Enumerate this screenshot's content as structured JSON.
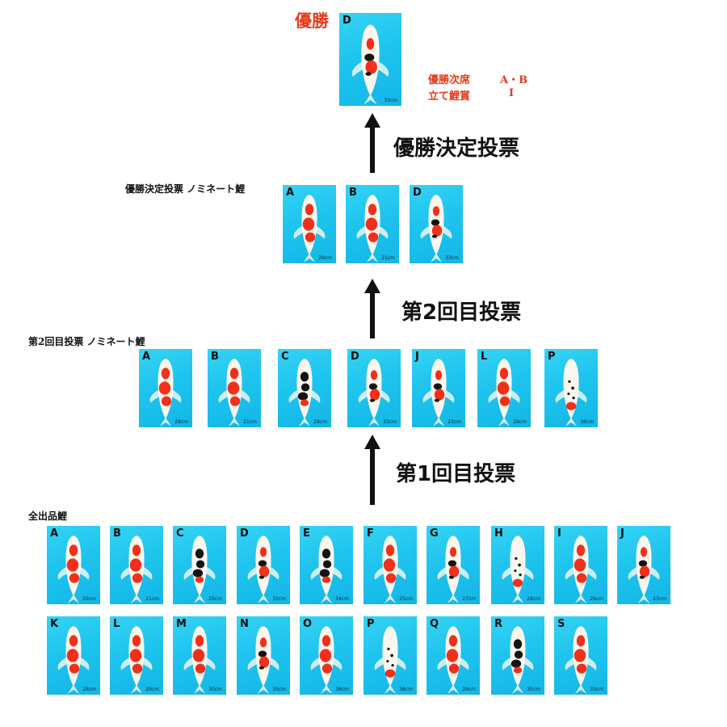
{
  "winner": {
    "title": "優勝",
    "fish": {
      "letter": "D",
      "size": "33cm",
      "pattern": "sanke"
    },
    "runner_up_label": "優勝次席",
    "runner_up_value": "A・B",
    "tate_label": "立て鯉賞",
    "tate_value": "I"
  },
  "final_vote": {
    "arrow_label": "優勝決定投票",
    "section_label": "優勝決定投票 ノミネート鯉",
    "fish": [
      {
        "letter": "A",
        "size": "29cm",
        "pattern": "kohaku"
      },
      {
        "letter": "B",
        "size": "21cm",
        "pattern": "kohaku"
      },
      {
        "letter": "D",
        "size": "33cm",
        "pattern": "sanke"
      }
    ]
  },
  "second_vote": {
    "arrow_label": "第2回目投票",
    "section_label": "第2回目投票 ノミネート鯉",
    "fish": [
      {
        "letter": "A",
        "size": "29cm",
        "pattern": "kohaku"
      },
      {
        "letter": "B",
        "size": "21cm",
        "pattern": "kohaku"
      },
      {
        "letter": "C",
        "size": "29cm",
        "pattern": "showa"
      },
      {
        "letter": "D",
        "size": "33cm",
        "pattern": "sanke"
      },
      {
        "letter": "J",
        "size": "23cm",
        "pattern": "sanke"
      },
      {
        "letter": "L",
        "size": "29cm",
        "pattern": "kohaku"
      },
      {
        "letter": "P",
        "size": "38cm",
        "pattern": "shiro"
      }
    ]
  },
  "first_vote": {
    "arrow_label": "第1回目投票"
  },
  "all_fish": {
    "section_label": "全出品鯉",
    "row1": [
      {
        "letter": "A",
        "size": "29cm",
        "pattern": "kohaku"
      },
      {
        "letter": "B",
        "size": "21cm",
        "pattern": "kohaku"
      },
      {
        "letter": "C",
        "size": "29cm",
        "pattern": "showa"
      },
      {
        "letter": "D",
        "size": "33cm",
        "pattern": "sanke"
      },
      {
        "letter": "E",
        "size": "34cm",
        "pattern": "showa"
      },
      {
        "letter": "F",
        "size": "25cm",
        "pattern": "kohaku"
      },
      {
        "letter": "G",
        "size": "27cm",
        "pattern": "sanke"
      },
      {
        "letter": "H",
        "size": "28cm",
        "pattern": "shiro"
      },
      {
        "letter": "I",
        "size": "26cm",
        "pattern": "kohaku"
      },
      {
        "letter": "J",
        "size": "23cm",
        "pattern": "sanke"
      }
    ],
    "row2": [
      {
        "letter": "K",
        "size": "28cm",
        "pattern": "kohaku"
      },
      {
        "letter": "L",
        "size": "29cm",
        "pattern": "kohaku"
      },
      {
        "letter": "M",
        "size": "30cm",
        "pattern": "kohaku"
      },
      {
        "letter": "N",
        "size": "35cm",
        "pattern": "sanke"
      },
      {
        "letter": "O",
        "size": "38cm",
        "pattern": "kohaku"
      },
      {
        "letter": "P",
        "size": "38cm",
        "pattern": "shiro"
      },
      {
        "letter": "Q",
        "size": "29cm",
        "pattern": "kohaku"
      },
      {
        "letter": "R",
        "size": "35cm",
        "pattern": "showa"
      },
      {
        "letter": "S",
        "size": "33cm",
        "pattern": "kohaku"
      }
    ]
  },
  "colors": {
    "title_red": "#e53a1b",
    "pool": "#1ec4ee",
    "koi_red": "#f0301a",
    "koi_black": "#141414",
    "koi_white": "#fbf7ee"
  }
}
